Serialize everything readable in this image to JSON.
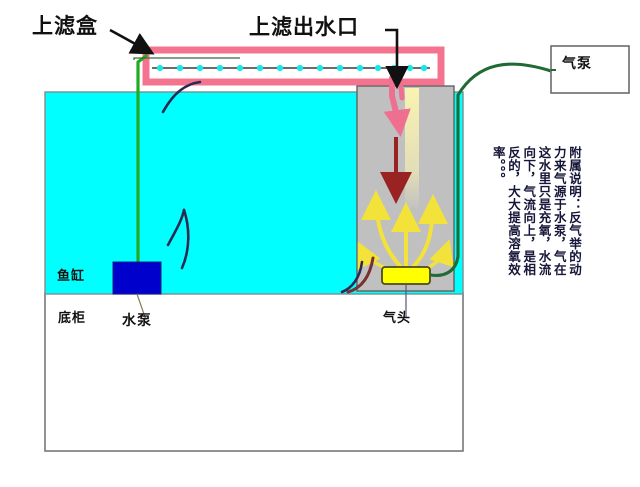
{
  "diagram": {
    "title_labels": {
      "top_filter_box": "上滤盒",
      "filter_outlet": "上滤出水口"
    },
    "components": {
      "air_pump": "气泵",
      "fish_tank": "鱼缸",
      "bottom_cabinet": "底柜",
      "water_pump": "水泵",
      "air_stone": "气头"
    },
    "note": "附属说明：反气举的动力来气源于水泵，气在这水里只是充氧，水流向下，气流向上，是相反的，大大提高溶氧效率。。。",
    "colors": {
      "water": "#00ffff",
      "filter_box": "#f4748f",
      "water_pump": "#0000cc",
      "air_stone": "#ffff00",
      "chamber": "#c0c0c0",
      "hose_water": "#22aa22",
      "hose_air": "#1f6b33",
      "down_arrow": "#992222",
      "up_arrow": "#f2e23a",
      "outlet_stream": "#ef6f91",
      "droplet": "#14e8e8",
      "pointer": "#111111",
      "curve_dark": "#2a2a55",
      "frame": "#777777"
    }
  }
}
